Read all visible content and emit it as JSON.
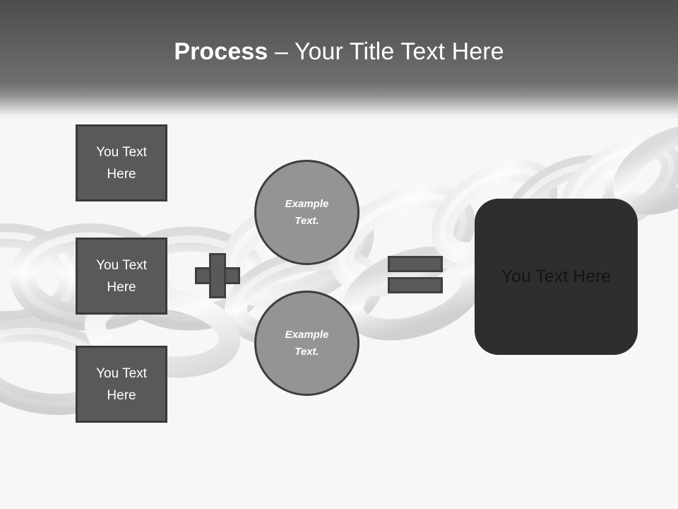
{
  "slide": {
    "title": {
      "bold_part": "Process",
      "separator": " – ",
      "rest": "Your Title Text Here"
    }
  },
  "colors": {
    "header_top": "#4d4d4d",
    "header_mid": "#6e6e6e",
    "canvas": "#f7f7f8",
    "box_fill": "#59595b",
    "box_border": "#3a3a3c",
    "circle_fill": "#949497",
    "circle_border": "#3d3d3f",
    "result_fill": "#2e2e30",
    "result_text": "#141416",
    "title_text": "#ffffff",
    "chain_light": "#e6e6e7",
    "chain_mid": "#d2d2d4",
    "chain_highlight": "#fbfbfc"
  },
  "inputs": [
    {
      "id": "box1",
      "line1": "You Text",
      "line2": "Here"
    },
    {
      "id": "box2",
      "line1": "You Text",
      "line2": "Here"
    },
    {
      "id": "box3",
      "line1": "You Text",
      "line2": "Here"
    }
  ],
  "circles": [
    {
      "id": "circle1",
      "line1": "Example",
      "line2": "Text."
    },
    {
      "id": "circle2",
      "line1": "Example",
      "line2": "Text."
    }
  ],
  "operators": {
    "plus": "+",
    "equals": "="
  },
  "result": {
    "label": "You Text Here"
  }
}
